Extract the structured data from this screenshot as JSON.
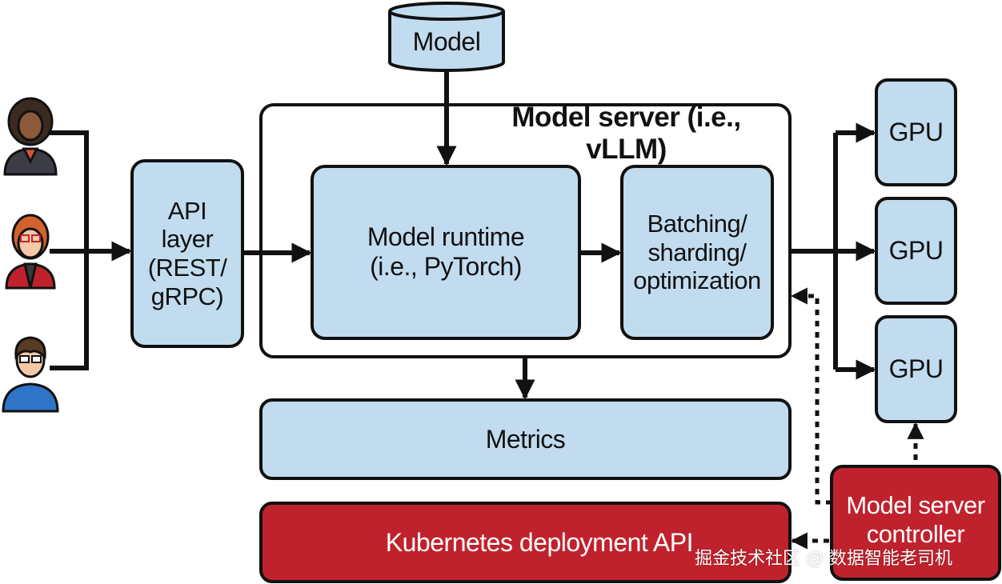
{
  "colors": {
    "box_fill": "#c2dcef",
    "stroke": "#111111",
    "red_fill": "#c0222d",
    "background": "#ffffff"
  },
  "boxes": {
    "model": "Model",
    "model_server": "Model server (i.e., vLLM)",
    "api_layer": [
      "API",
      "layer",
      "(REST/",
      "gRPC)"
    ],
    "model_runtime": [
      "Model runtime",
      "(i.e., PyTorch)"
    ],
    "batching": [
      "Batching/",
      "sharding/",
      "optimization"
    ],
    "metrics": "Metrics",
    "gpu_1": "GPU",
    "gpu_2": "GPU",
    "gpu_3": "GPU",
    "kubernetes_api": "Kubernetes deployment API",
    "controller": [
      "Model server",
      "controller"
    ]
  },
  "users": [
    "user-woman-dark-icon",
    "user-woman-glasses-icon",
    "user-man-glasses-icon"
  ],
  "watermark": "掘金技术社区 @ 数据智能老司机"
}
